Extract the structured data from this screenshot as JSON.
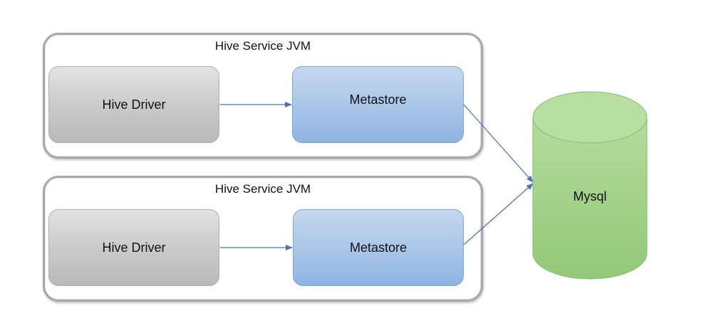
{
  "jvms": [
    {
      "title": "Hive Service JVM",
      "driver_label": "Hive Driver",
      "metastore_label": "Metastore"
    },
    {
      "title": "Hive Service JVM",
      "driver_label": "Hive Driver",
      "metastore_label": "Metastore"
    }
  ],
  "database": {
    "label": "Mysql"
  },
  "colors": {
    "container_border": "#a8a8a8",
    "driver_fill": "#c9c9c9",
    "metastore_fill": "#a8c5e8",
    "database_fill": "#9fcf86",
    "arrow": "#4a72b8"
  }
}
